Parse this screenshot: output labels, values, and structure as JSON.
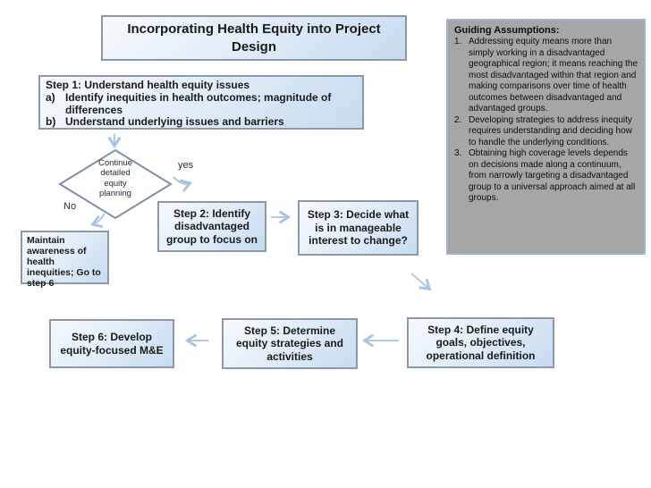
{
  "title": "Incorporating Health Equity into Project Design",
  "step1": {
    "heading": "Step 1: Understand health equity issues",
    "items": [
      {
        "marker": "a)",
        "text": "Identify inequities in health outcomes; magnitude of differences"
      },
      {
        "marker": "b)",
        "text": "Understand underlying  issues and barriers"
      }
    ]
  },
  "decision": {
    "text": "Continue detailed equity planning",
    "yes_label": "yes",
    "no_label": "No"
  },
  "maintain_box": "Maintain awareness of health inequities; Go to step 6",
  "steps": {
    "step2": "Step 2: Identify disadvantaged group to focus on",
    "step3": "Step 3: Decide what is in manageable interest to change?",
    "step4": "Step 4: Define equity goals, objectives, operational definition",
    "step5": "Step 5: Determine equity strategies and activities",
    "step6": "Step 6: Develop equity-focused M&E"
  },
  "guiding": {
    "heading": "Guiding Assumptions:",
    "items": [
      "Addressing equity means more than simply working in a disadvantaged geographical region; it means reaching the most disadvantaged within that region and making comparisons over time of health outcomes between disadvantaged and advantaged groups.",
      "Developing strategies to address inequity requires understanding and deciding how to handle the underlying conditions.",
      "Obtaining high coverage levels depends on decisions made along a continuum, from narrowly targeting a disadvantaged group to a universal approach aimed at all groups."
    ]
  },
  "colors": {
    "box_fill_light": "#f6fafd",
    "box_fill_dark": "#c7dbf1",
    "box_border": "#8c98a6",
    "diamond_border": "#7b90a7",
    "arrow": "#a8c3e0",
    "panel_fill": "#a6a6a6",
    "panel_border": "#9db7d2"
  }
}
